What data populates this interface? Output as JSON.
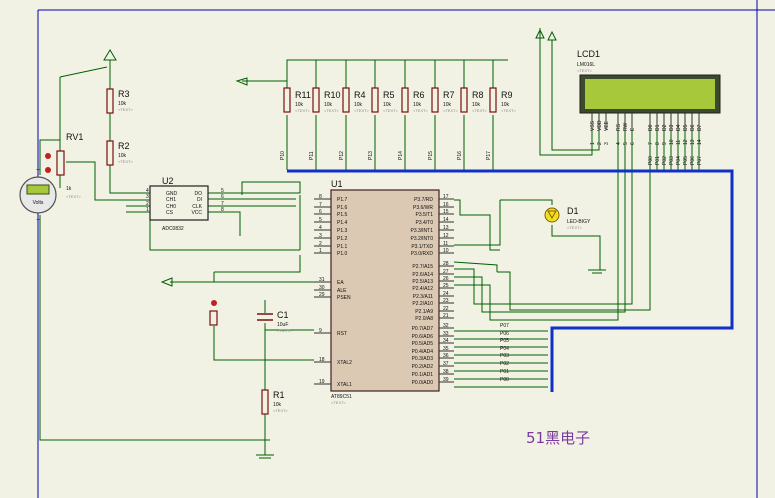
{
  "watermark": "51黑电子",
  "rv1": {
    "ref": "RV1",
    "value": "1k",
    "text": "<TEXT>"
  },
  "voltmeter": {
    "reading": "",
    "unit": "Volts"
  },
  "u2": {
    "ref": "U2",
    "part": "ADC0832",
    "pins_left": [
      "CS",
      "CH0",
      "CH1",
      "GND"
    ],
    "pins_left_num": [
      "1",
      "2",
      "3",
      "4"
    ],
    "pins_right": [
      "VCC",
      "CLK",
      "DI",
      "DO"
    ],
    "pins_right_num": [
      "8",
      "7",
      "6",
      "5"
    ]
  },
  "u1": {
    "ref": "U1",
    "part": "AT89C51",
    "text": "<TEXT>",
    "left_pins": [
      {
        "num": "1",
        "name": "P1.0"
      },
      {
        "num": "2",
        "name": "P1.1"
      },
      {
        "num": "3",
        "name": "P1.2"
      },
      {
        "num": "4",
        "name": "P1.3"
      },
      {
        "num": "5",
        "name": "P1.4"
      },
      {
        "num": "6",
        "name": "P1.5"
      },
      {
        "num": "7",
        "name": "P1.6"
      },
      {
        "num": "8",
        "name": "P1.7"
      },
      {
        "num": "31",
        "name": "EA"
      },
      {
        "num": "30",
        "name": "ALE"
      },
      {
        "num": "29",
        "name": "PSEN"
      },
      {
        "num": "9",
        "name": "RST"
      },
      {
        "num": "18",
        "name": "XTAL2"
      },
      {
        "num": "19",
        "name": "XTAL1"
      }
    ],
    "right_pins": [
      {
        "num": "10",
        "name": "P3.0/RXD"
      },
      {
        "num": "11",
        "name": "P3.1/TXD"
      },
      {
        "num": "12",
        "name": "P3.2/INT0"
      },
      {
        "num": "13",
        "name": "P3.3/INT1"
      },
      {
        "num": "14",
        "name": "P3.4/T0"
      },
      {
        "num": "15",
        "name": "P3.5/T1"
      },
      {
        "num": "16",
        "name": "P3.6/WR"
      },
      {
        "num": "17",
        "name": "P3.7/RD"
      },
      {
        "num": "21",
        "name": "P2.0/A8"
      },
      {
        "num": "22",
        "name": "P2.1/A9"
      },
      {
        "num": "23",
        "name": "P2.2/A10"
      },
      {
        "num": "24",
        "name": "P2.3/A11"
      },
      {
        "num": "25",
        "name": "P2.4/A12"
      },
      {
        "num": "26",
        "name": "P2.5/A13"
      },
      {
        "num": "27",
        "name": "P2.6/A14"
      },
      {
        "num": "28",
        "name": "P2.7/A15"
      },
      {
        "num": "39",
        "name": "P0.0/AD0"
      },
      {
        "num": "38",
        "name": "P0.1/AD1"
      },
      {
        "num": "37",
        "name": "P0.2/AD2"
      },
      {
        "num": "36",
        "name": "P0.3/AD3"
      },
      {
        "num": "35",
        "name": "P0.4/AD4"
      },
      {
        "num": "34",
        "name": "P0.5/AD5"
      },
      {
        "num": "33",
        "name": "P0.6/AD6"
      },
      {
        "num": "32",
        "name": "P0.7/AD7"
      }
    ]
  },
  "p0_labels": [
    "P00",
    "P01",
    "P02",
    "P03",
    "P04",
    "P05",
    "P06",
    "P07"
  ],
  "p1_labels": [
    "P10",
    "P11",
    "P12",
    "P13",
    "P14",
    "P15",
    "P16",
    "P17"
  ],
  "pullups": [
    {
      "ref": "R11",
      "value": "10k"
    },
    {
      "ref": "R10",
      "value": "10k"
    },
    {
      "ref": "R4",
      "value": "10k"
    },
    {
      "ref": "R5",
      "value": "10k"
    },
    {
      "ref": "R6",
      "value": "10k"
    },
    {
      "ref": "R7",
      "value": "10k"
    },
    {
      "ref": "R8",
      "value": "10k"
    },
    {
      "ref": "R9",
      "value": "10k"
    }
  ],
  "r3": {
    "ref": "R3",
    "value": "10k"
  },
  "r2": {
    "ref": "R2",
    "value": "10k"
  },
  "r1": {
    "ref": "R1",
    "value": "10k"
  },
  "c1": {
    "ref": "C1",
    "value": "10uF"
  },
  "d1": {
    "ref": "D1",
    "part": "LED-BIGY"
  },
  "lcd": {
    "ref": "LCD1",
    "part": "LM016L",
    "pins": [
      "VSS",
      "VDD",
      "VEE",
      "RS",
      "RW",
      "E",
      "D0",
      "D1",
      "D2",
      "D3",
      "D4",
      "D5",
      "D6",
      "D7"
    ],
    "nums": [
      "1",
      "2",
      "3",
      "4",
      "5",
      "6",
      "7",
      "8",
      "9",
      "10",
      "11",
      "12",
      "13",
      "14"
    ],
    "wire_labels": [
      "P00",
      "P01",
      "P02",
      "P03",
      "P04",
      "P05",
      "P06",
      "P07"
    ]
  },
  "text_placeholder": "<TEXT>",
  "colors": {
    "background": "#f2f2e4",
    "wire": "#006000",
    "bus": "#1030c8",
    "component": "#7a1010",
    "lcd_screen": "#a8c83c",
    "chip_fill": "#dcc9b4",
    "text": "#101010",
    "watermark": "#7a3aa0"
  }
}
